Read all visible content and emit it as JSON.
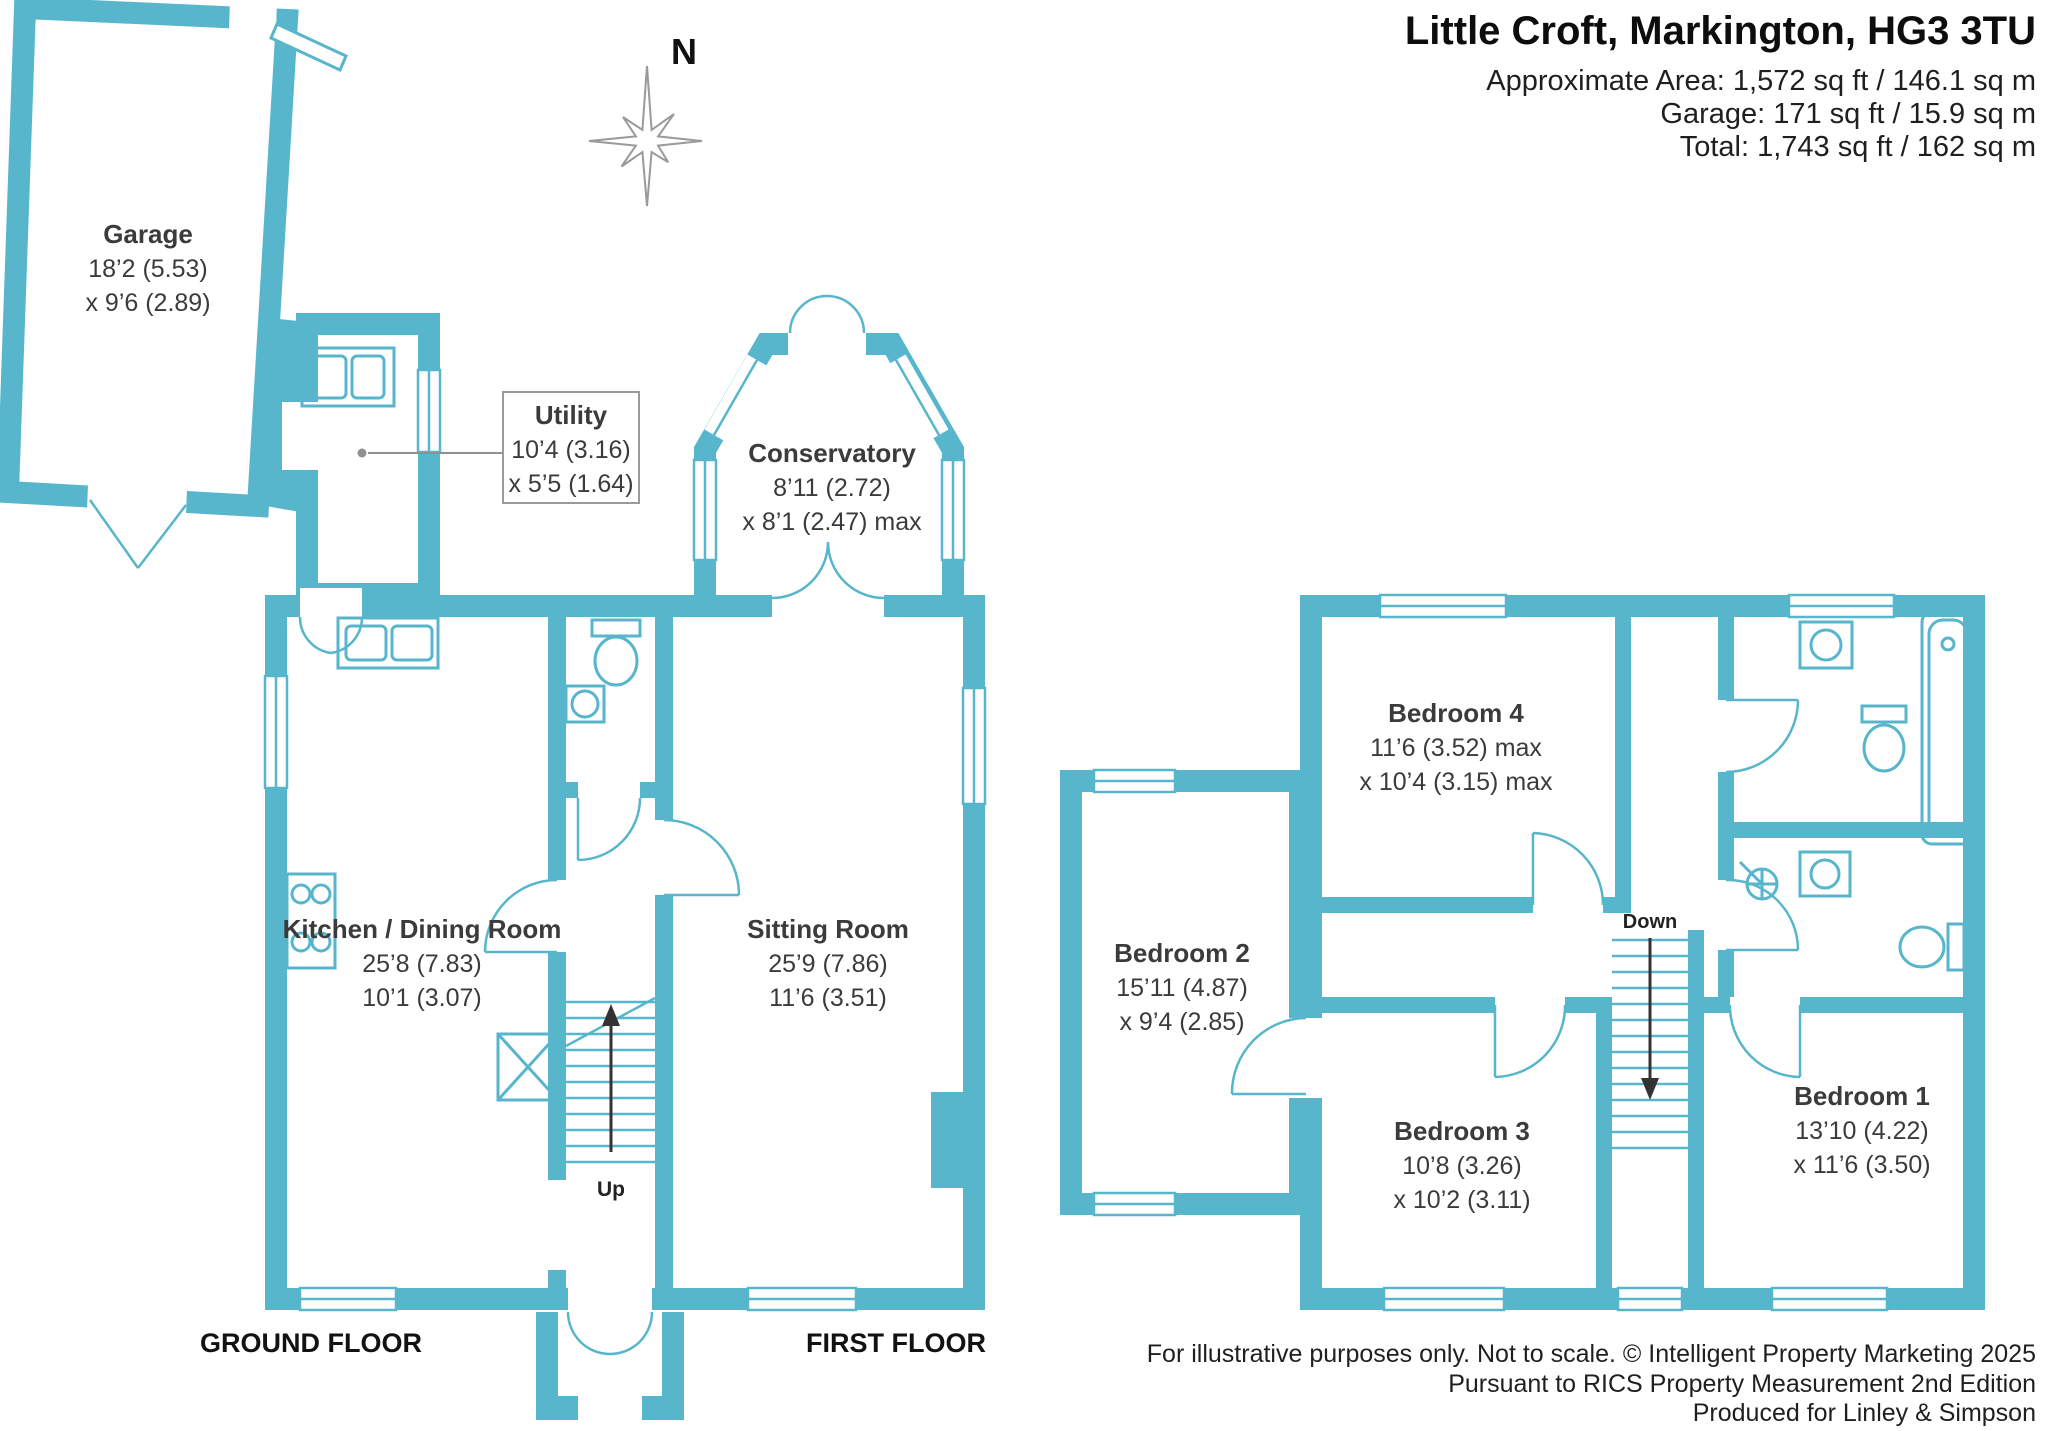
{
  "header": {
    "title": "Little Croft, Markington, HG3 3TU",
    "lines": [
      "Approximate Area: 1,572 sq ft / 146.1 sq m",
      "Garage: 171 sq ft / 15.9 sq m",
      "Total: 1,743 sq ft / 162 sq m"
    ]
  },
  "compass": {
    "north_label": "N"
  },
  "ground_floor": {
    "label": "GROUND FLOOR",
    "stairs": {
      "label": "Up"
    },
    "rooms": {
      "garage": {
        "name": "Garage",
        "dims": [
          "18’2 (5.53)",
          "x 9’6 (2.89)"
        ]
      },
      "utility": {
        "name": "Utility",
        "dims": [
          "10’4 (3.16)",
          "x 5’5 (1.64)"
        ]
      },
      "conservatory": {
        "name": "Conservatory",
        "dims": [
          "8’11 (2.72)",
          "x 8’1 (2.47) max"
        ]
      },
      "kitchen_dining": {
        "name": "Kitchen / Dining Room",
        "dims": [
          "25’8 (7.83)",
          "10’1 (3.07)"
        ]
      },
      "sitting": {
        "name": "Sitting Room",
        "dims": [
          "25’9 (7.86)",
          "11’6 (3.51)"
        ]
      }
    }
  },
  "first_floor": {
    "label": "FIRST FLOOR",
    "stairs": {
      "label": "Down"
    },
    "rooms": {
      "bedroom4": {
        "name": "Bedroom 4",
        "dims": [
          "11’6 (3.52) max",
          "x 10’4 (3.15) max"
        ]
      },
      "bedroom2": {
        "name": "Bedroom 2",
        "dims": [
          "15’11 (4.87)",
          "x 9’4 (2.85)"
        ]
      },
      "bedroom3": {
        "name": "Bedroom 3",
        "dims": [
          "10’8 (3.26)",
          "x 10’2 (3.11)"
        ]
      },
      "bedroom1": {
        "name": "Bedroom 1",
        "dims": [
          "13’10 (4.22)",
          "x 11’6 (3.50)"
        ]
      }
    }
  },
  "footer": {
    "lines": [
      "For illustrative purposes only. Not to scale. © Intelligent Property Marketing 2025",
      "Pursuant to RICS Property Measurement 2nd Edition",
      "Produced for Linley & Simpson"
    ]
  },
  "colors": {
    "wall": "#57b6cc",
    "text": "#3b3b3b"
  }
}
